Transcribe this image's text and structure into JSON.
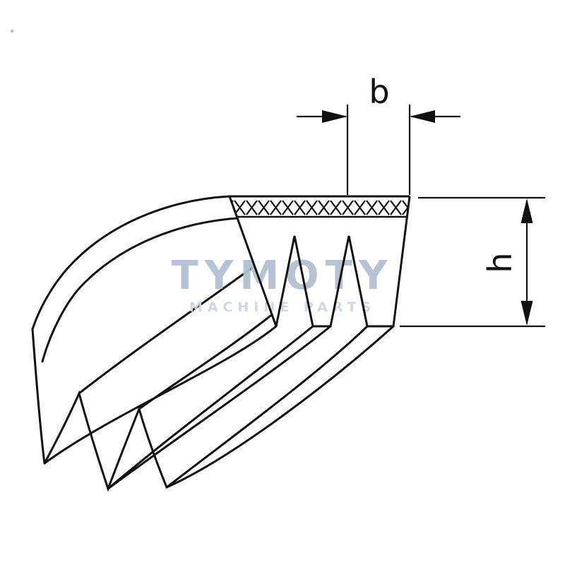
{
  "diagram": {
    "dimensions": {
      "width_label": "b",
      "height_label": "h"
    },
    "watermark": {
      "title": "TYMOTY",
      "subtitle": "MACHINE PARTS"
    },
    "colors": {
      "line": "#111111",
      "background": "#ffffff",
      "watermark_title": "#b3c0d2",
      "watermark_subtitle": "#c9d7e7"
    }
  }
}
